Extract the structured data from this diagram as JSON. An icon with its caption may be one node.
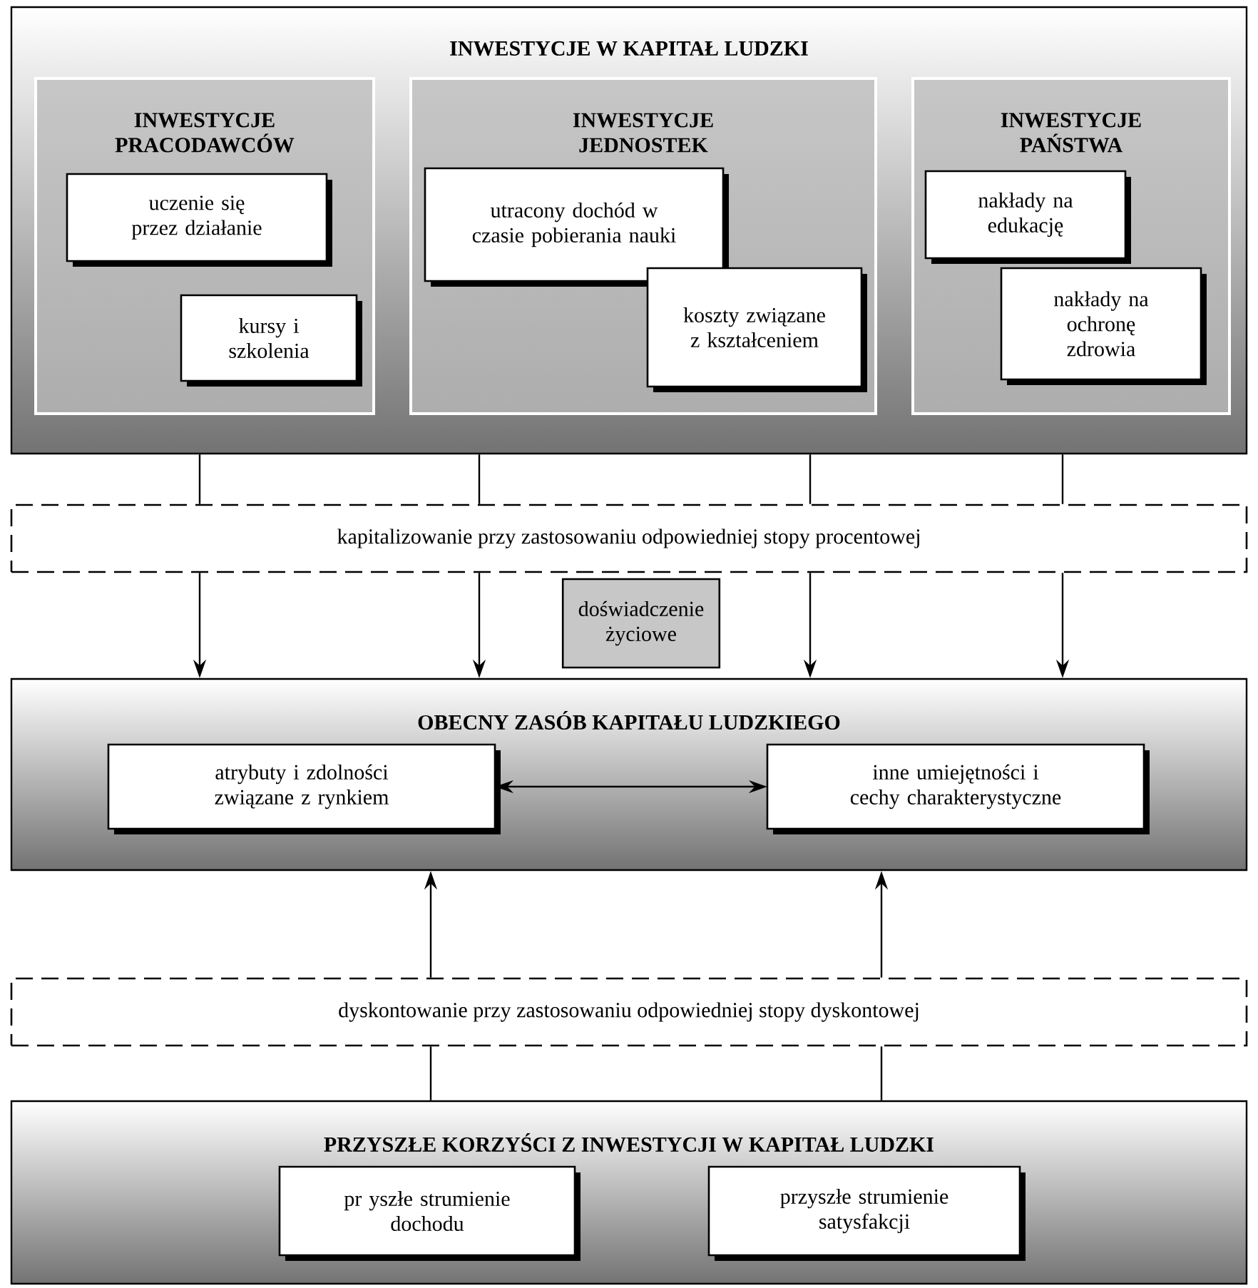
{
  "diagram": {
    "nodes": [
      {
        "text": [
          "INWESTYCJE W KAPITAŁ LUDZKI"
        ]
      },
      {
        "text": [
          "INWESTYCJE PRACODAWCÓW"
        ],
        "in": 0
      },
      {
        "text": [
          "uczenie się przez działanie"
        ],
        "in": 1
      },
      {
        "text": [
          "kursy i szkolenia"
        ],
        "in": 1
      },
      {
        "text": [
          "INWESTYCJE JEDNOSTEK"
        ],
        "in": 0
      },
      {
        "text": [
          "utracony dochód w czasie pobierania nauki"
        ],
        "in": 4
      },
      {
        "text": [
          "koszty związane z kształceniem"
        ],
        "in": 4
      },
      {
        "text": [
          "INWESTYCJE PAŃSTWA"
        ],
        "in": 0
      },
      {
        "text": [
          "nakłady na edukację"
        ],
        "in": 7
      },
      {
        "text": [
          "nakłady na ochronę zdrowia"
        ],
        "in": 7
      },
      {
        "text": [
          "kapitalizowanie przy zastosowaniu odpowiedniej stopy procentowej"
        ]
      },
      {
        "text": [
          "doświadczenie życiowe"
        ]
      },
      {
        "text": [
          "OBECNY ZASÓB KAPITAŁU LUDZKIEGO"
        ]
      },
      {
        "text": [
          "atrybuty i zdolności związane z rynkiem"
        ],
        "in": 12
      },
      {
        "text": [
          "inne umiejętności i cechy charakterystyczne"
        ],
        "in": 12
      },
      {
        "text": [
          "dyskontowanie przy zastosowaniu odpowiedniej stopy dyskontowej"
        ]
      },
      {
        "text": [
          "PRZYSZŁE KORZYŚCI Z INWESTYCJI W KAPITAŁ LUDZKI"
        ]
      },
      {
        "text": [
          "pr yszłe strumienie dochodu"
        ],
        "in": 16
      },
      {
        "text": [
          "przyszłe strumienie satysfakcji"
        ],
        "in": 16
      }
    ],
    "edges": [
      {
        "from": 0,
        "to": 10,
        "arrow": "none"
      },
      {
        "from": 0,
        "to": 10,
        "arrow": "none"
      },
      {
        "from": 0,
        "to": 10,
        "arrow": "none"
      },
      {
        "from": 0,
        "to": 10,
        "arrow": "none"
      },
      {
        "from": 10,
        "to": 12,
        "arrow": "to"
      },
      {
        "from": 10,
        "to": 12,
        "arrow": "to"
      },
      {
        "from": 10,
        "to": 12,
        "arrow": "to"
      },
      {
        "from": 10,
        "to": 12,
        "arrow": "to"
      },
      {
        "from": 13,
        "to": 14,
        "arrow": "both"
      },
      {
        "from": 16,
        "to": 15,
        "arrow": "none"
      },
      {
        "from": 16,
        "to": 15,
        "arrow": "none"
      },
      {
        "from": 15,
        "to": 12,
        "arrow": "to"
      },
      {
        "from": 15,
        "to": 12,
        "arrow": "to"
      }
    ]
  }
}
